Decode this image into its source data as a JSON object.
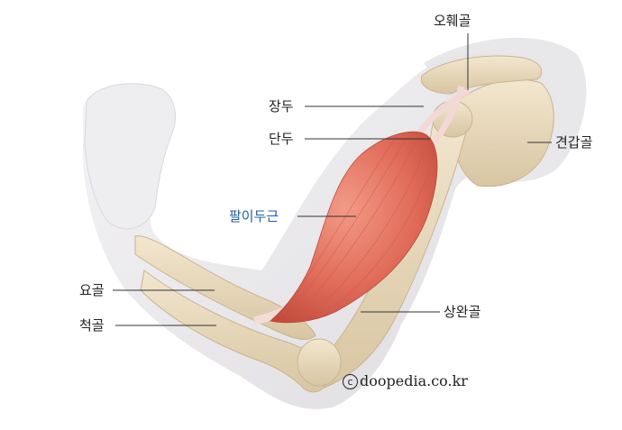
{
  "labels": {
    "acromion": "오훼골",
    "long_head": "장두",
    "short_head": "단두",
    "biceps": "팔이두근",
    "scapula": "견갑골",
    "radius": "요골",
    "ulna": "척골",
    "humerus": "상완골"
  },
  "credit": {
    "symbol": "c",
    "text": "doopedia.co.kr"
  },
  "colors": {
    "label_text": "#222222",
    "highlight_label": "#1f5fa8",
    "muscle": "#e0705e",
    "bone": "#ecdcc0",
    "skin": "#e9e7ea"
  }
}
